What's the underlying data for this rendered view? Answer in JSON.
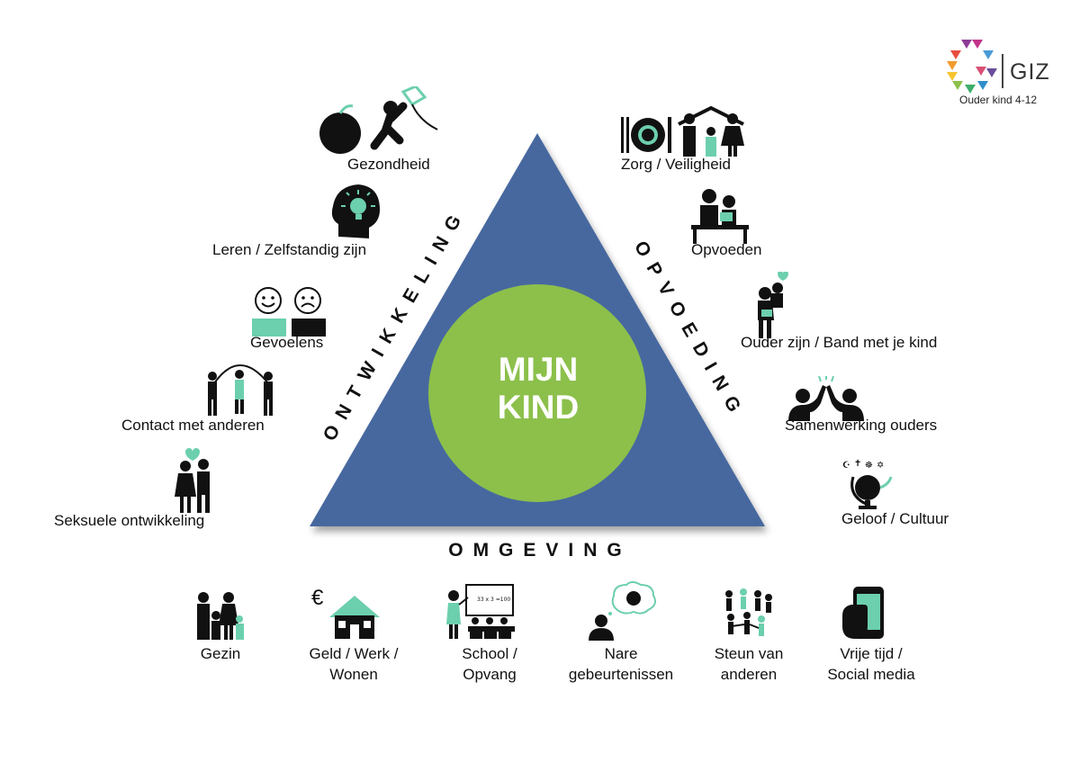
{
  "logo": {
    "text": "GIZ",
    "subtitle": "Ouder kind 4-12"
  },
  "center": {
    "line1": "MIJN",
    "line2": "KIND"
  },
  "sides": {
    "left": "ONTWIKKELING",
    "right": "OPVOEDING",
    "bottom": "OMGEVING"
  },
  "left_items": [
    {
      "label": "Gezondheid",
      "icon": "apple-kite-icon"
    },
    {
      "label": "Leren / Zelfstandig zijn",
      "icon": "head-lightbulb-icon"
    },
    {
      "label": "Gevoelens",
      "icon": "happy-sad-faces-icon"
    },
    {
      "label": "Contact met anderen",
      "icon": "jump-rope-icon"
    },
    {
      "label": "Seksuele ontwikkeling",
      "icon": "couple-icon"
    }
  ],
  "right_items": [
    {
      "label": "Zorg / Veiligheid",
      "icon": "plate-family-icon"
    },
    {
      "label": "Opvoeden",
      "icon": "parent-child-reading-icon"
    },
    {
      "label": "Ouder zijn / Band met je kind",
      "icon": "piggyback-icon"
    },
    {
      "label": "Samenwerking ouders",
      "icon": "high-five-icon"
    },
    {
      "label": "Geloof / Cultuur",
      "icon": "globe-religions-icon"
    }
  ],
  "bottom_items": [
    {
      "line1": "Gezin",
      "line2": "",
      "icon": "family-icon"
    },
    {
      "line1": "Geld / Werk /",
      "line2": "Wonen",
      "icon": "euro-house-icon"
    },
    {
      "line1": "School /",
      "line2": "Opvang",
      "icon": "classroom-icon"
    },
    {
      "line1": "Nare",
      "line2": "gebeurtenissen",
      "icon": "worried-person-icon"
    },
    {
      "line1": "Steun van",
      "line2": "anderen",
      "icon": "people-group-icon"
    },
    {
      "line1": "Vrije tijd /",
      "line2": "Social media",
      "icon": "phone-hand-icon"
    }
  ],
  "colors": {
    "triangle": "#46689f",
    "circle": "#8cc04b",
    "accent": "#6ccfae",
    "text": "#111111"
  }
}
